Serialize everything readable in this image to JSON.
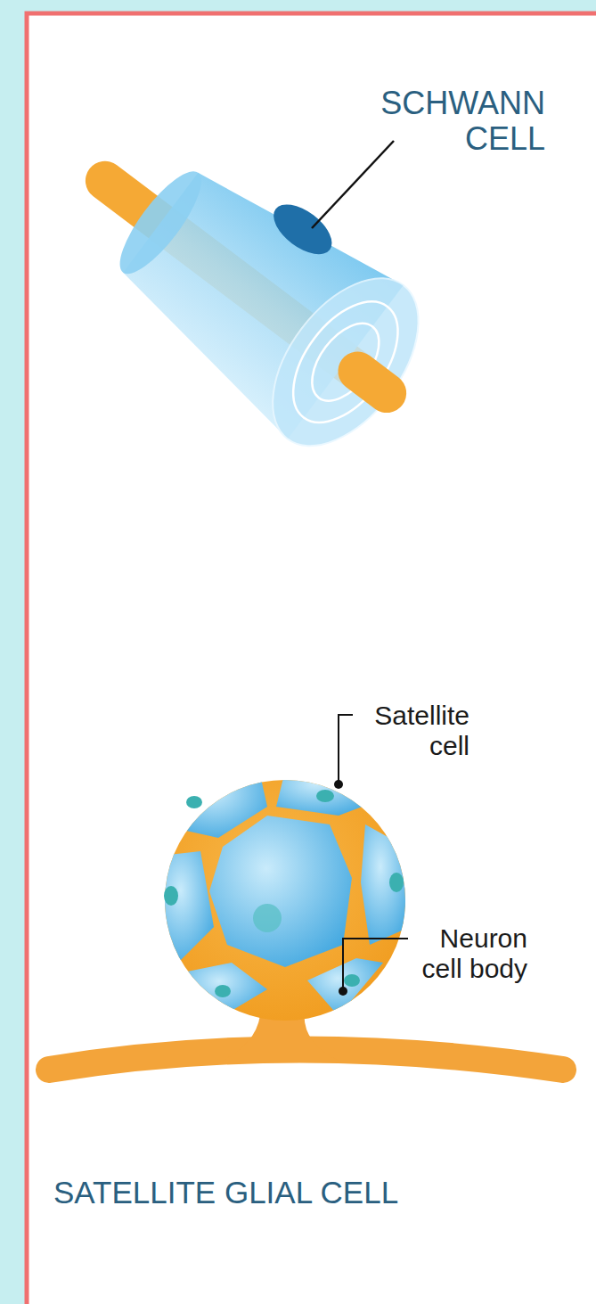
{
  "diagram": {
    "labels": [
      "SCHWANN CELL",
      "Satellite cell",
      "Neuron cell body",
      "SATELLITE GLIAL CELL"
    ]
  }
}
